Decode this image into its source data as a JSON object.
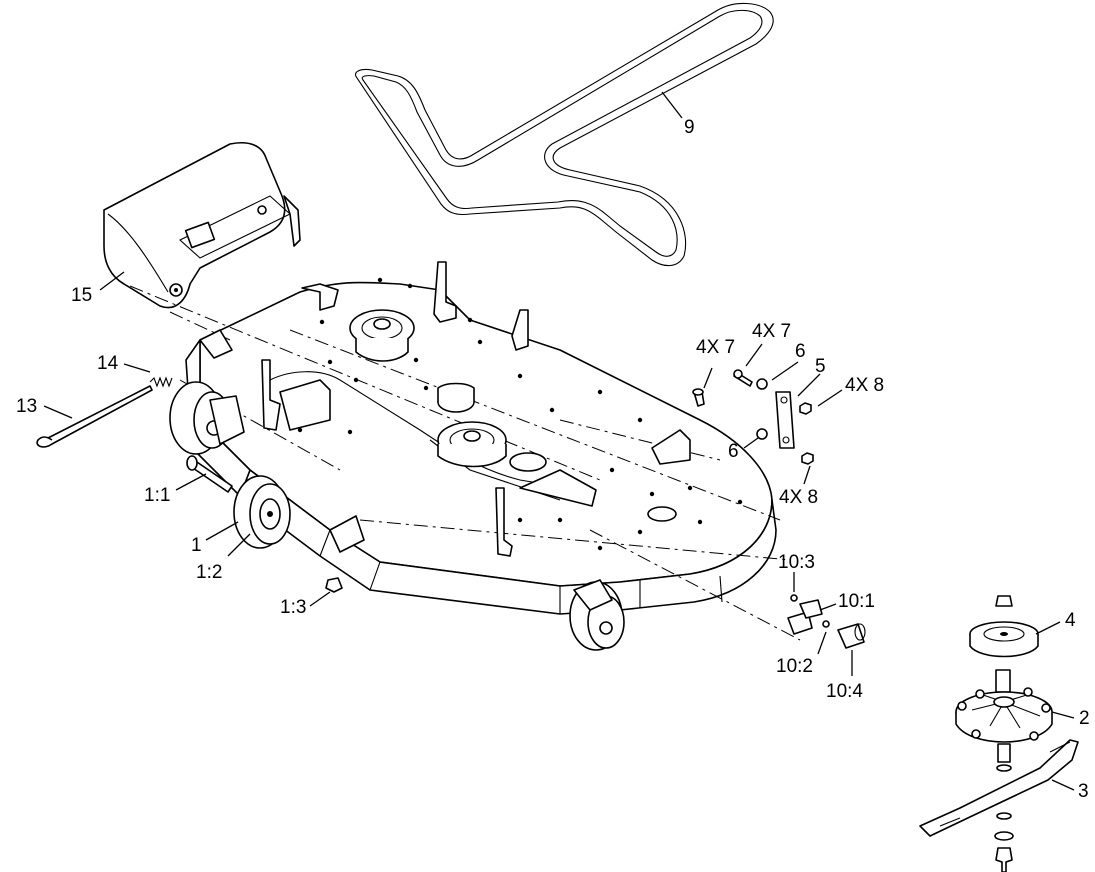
{
  "callouts": {
    "c9": "9",
    "c15": "15",
    "c14": "14",
    "c13": "13",
    "c1_1": "1:1",
    "c1": "1",
    "c1_2": "1:2",
    "c1_3": "1:3",
    "c4x7_a": "4X 7",
    "c4x7_b": "4X 7",
    "c6_a": "6",
    "c5": "5",
    "c4x8_a": "4X 8",
    "c6_b": "6",
    "c4x8_b": "4X 8",
    "c10_3": "10:3",
    "c10_1": "10:1",
    "c10_2": "10:2",
    "c10_4": "10:4",
    "c4": "4",
    "c2": "2",
    "c3": "3"
  }
}
